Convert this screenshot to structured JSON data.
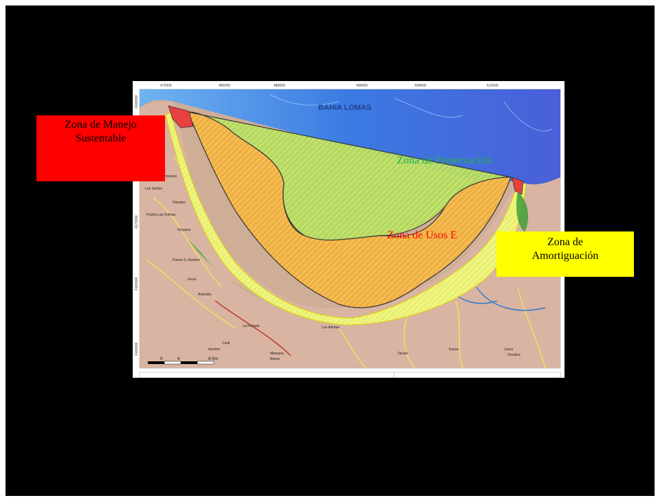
{
  "map": {
    "bay_label": "BAHIA LOMAS",
    "x_ticks": [
      "472000",
      "480000",
      "488000",
      "496000",
      "504000",
      "512000"
    ],
    "y_ticks": [
      "4168000",
      "4172000",
      "4164000",
      "4160000"
    ],
    "places": [
      "Campuzan",
      "Los Santos",
      "Niosapo",
      "Puerto Las Colinas",
      "Nospara",
      "Puerto S. Nombre",
      "Inesa",
      "Arancilla",
      "La Portada",
      "Cioiti",
      "Azrofon",
      "Mamana",
      "Belrez",
      "Los Adobes",
      "Tarado",
      "Kasse",
      "Lasso",
      "Ocodina"
    ],
    "scale_labels": [
      "0",
      "4",
      "8 Km"
    ],
    "colors": {
      "preservacion": "#a8d84a",
      "usos_especiales": "#f0b040",
      "amortiguacion": "#e8f060",
      "manejo": "#e84040",
      "sea": "#3f7be0",
      "land": "#d8b8a0"
    }
  },
  "callouts": {
    "manejo_line1": "Zona de  Manejo",
    "manejo_line2": "Sustentable",
    "preservacion": "Zona de  Preservación",
    "usos": "Zona de Usos  E",
    "amort_line1": "Zona de",
    "amort_line2": "Amortiguación"
  }
}
